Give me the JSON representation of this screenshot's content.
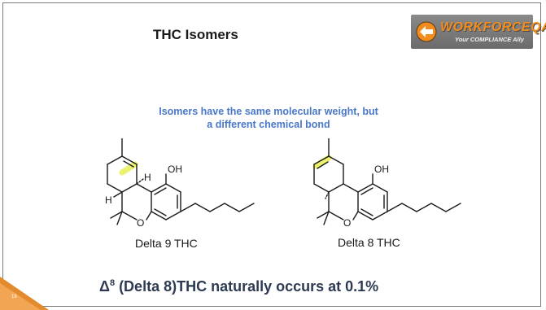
{
  "slide": {
    "title": "THC Isomers",
    "subtitle_line1": "Isomers have the same molecular weight, but",
    "subtitle_line2": "a different chemical bond",
    "bottom_delta": "Δ",
    "bottom_superscript": "8",
    "bottom_rest": " (Delta 8)THC naturally occurs at 0.1%",
    "page_number": "19"
  },
  "logo": {
    "name": "WORKFORCEQA",
    "tagline": "Your COMPLIANCE Ally"
  },
  "molecules": [
    {
      "caption": "Delta 9 THC",
      "atom_labels": [
        "OH",
        "H",
        "H",
        "O"
      ]
    },
    {
      "caption": "Delta 8 THC",
      "atom_labels": [
        "OH",
        "O"
      ]
    }
  ],
  "colors": {
    "subtitle": "#4a78c8",
    "bond_highlight": "#e9ef4a",
    "accent_orange": "#f28c1e",
    "bottom_text": "#2d3a52"
  }
}
